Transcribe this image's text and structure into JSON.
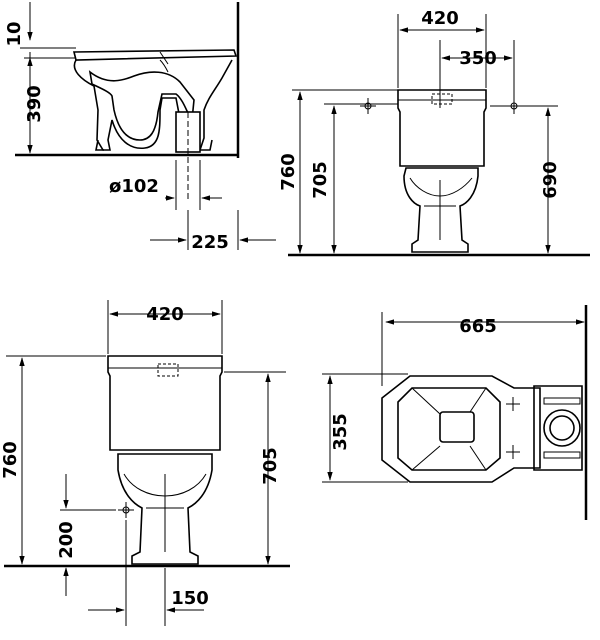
{
  "views": {
    "side": {
      "dims": {
        "rim_height": "390",
        "rim_offset": "10",
        "outlet_diameter": "ø102",
        "outlet_distance": "225"
      }
    },
    "back": {
      "dims": {
        "width": "420",
        "inlet_offset": "350",
        "total_height": "760",
        "tank_height": "705",
        "inlet_height": "690"
      }
    },
    "front": {
      "dims": {
        "width": "420",
        "total_height": "760",
        "tank_height": "705",
        "fixing_height": "200",
        "fixing_offset": "150"
      }
    },
    "plan": {
      "dims": {
        "length": "665",
        "width": "355"
      }
    }
  }
}
